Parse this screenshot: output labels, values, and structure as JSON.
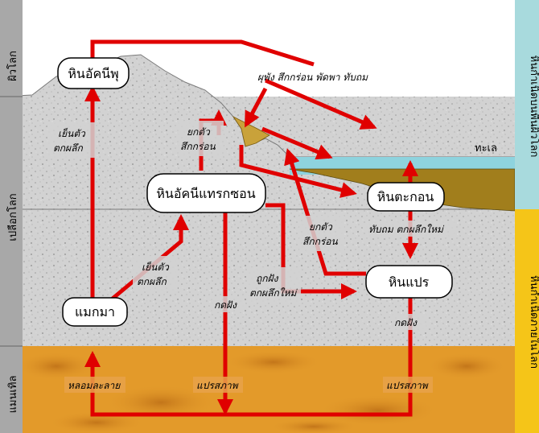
{
  "side_labels": {
    "surface": "ผิวโลก",
    "crust": "เปลือกโลก",
    "mantle": "แมนเทิล",
    "surface_process": "หินกำเนิดบนพื้นผิวโลก",
    "internal_process": "หินกำเนิดภายในโลก"
  },
  "nodes": {
    "extrusive": "หินอัคนีพุ",
    "intrusive": "หินอัคนีแทรกซอน",
    "sedimentary": "หินตะกอน",
    "metamorphic": "หินแปร",
    "magma": "แมกมา"
  },
  "labels": {
    "weathering_top": "ผุพัง สึกกร่อน พัดพา ทับถม",
    "sea": "ทะเล",
    "uplift_erosion_1": [
      "ยกตัว",
      "สึกกร่อน"
    ],
    "cool_crystallize_1": [
      "เย็นตัว",
      "ตกผลึก"
    ],
    "cool_crystallize_2": [
      "เย็นตัว",
      "ตกผลึก"
    ],
    "uplift_erosion_2": [
      "ยกตัว",
      "สึกกร่อน"
    ],
    "deposit_recrystallize": "ทับถม ตกผลึกใหม่",
    "buried_recrystallize": [
      "ถูกฝัง",
      "ตกผลึกใหม่"
    ],
    "buried_1": "กดฝัง",
    "buried_2": "กดฝัง",
    "melt": "หลอมละลาย",
    "metamorphose_1": "แปรสภาพ",
    "metamorphose_2": "แปรสภาพ"
  },
  "colors": {
    "arrow": "#e00000",
    "rock": "#cfcfcf",
    "mantle": "#e39a2a",
    "sea": "#8ed3de",
    "sediment": "#a17e1c",
    "sky": "#ffffff",
    "band_surface": "#a8dadd",
    "band_internal": "#f5c518",
    "left_band": "#a8a8a8"
  }
}
